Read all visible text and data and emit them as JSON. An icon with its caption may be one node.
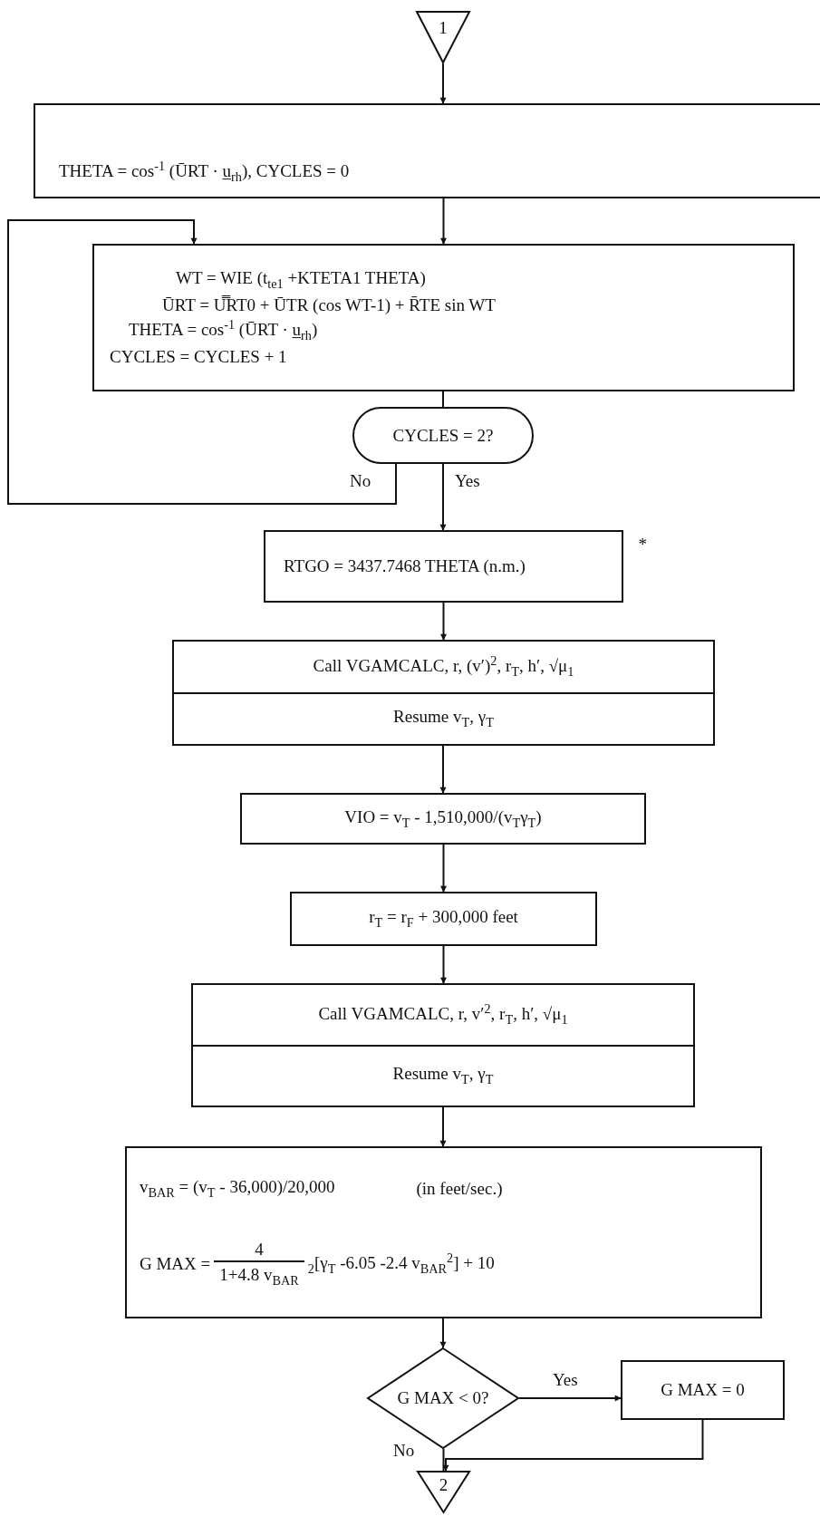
{
  "diagram": {
    "nodes": [
      {
        "text": [
          "1"
        ]
      },
      {
        "text": [
          "THETA = cos$^{-1}$ (ŪRT · u̲$_{rh}$), CYCLES = 0"
        ]
      },
      {
        "text": [
          "WT = WIE (t$_{te1}$ +KTETA1 THETA)",
          "ŪRT = U̿RT0 + ŪTR (cos WT-1) + R̄TE sin WT",
          "THETA = cos$^{-1}$ (ŪRT · u̲$_{rh}$)",
          "CYCLES = CYCLES + 1"
        ]
      },
      {
        "text": [
          "CYCLES = 2?"
        ]
      },
      {
        "text": [
          "RTGO = 3437.7468 THETA (n.m.)"
        ],
        "beside": [
          "*"
        ]
      },
      {
        "text": [
          "Call VGAMCALC, r, (v′)$^{2}$, r$_{T}$, h′, √μ$_{1}$",
          "Resume v$_{T}$, γ$_{T}$"
        ]
      },
      {
        "text": [
          "VIO = v$_{T}$ - 1,510,000/(v$_{T}$γ$_{T}$)"
        ]
      },
      {
        "text": [
          "r$_{T}$ = r$_{F}$ + 300,000 feet"
        ]
      },
      {
        "text": [
          "Call VGAMCALC, r, v′$^{2}$, r$_{T}$, h′, √μ$_{1}$",
          "Resume v$_{T}$, γ$_{T}$"
        ]
      },
      {
        "text": [
          "v$_{BAR}$ = (v$_{T}$ - 36,000)/20,000",
          "(in feet/sec.)",
          "G MAX =",
          "4",
          "1+4.8 v$_{BAR}$",
          "$_{2}$[γ$_{T}$ -6.05 -2.4 v$_{BAR}$$^{2}$] + 10"
        ]
      },
      {
        "text": [
          "G MAX < 0?"
        ]
      },
      {
        "text": [
          "G MAX = 0"
        ]
      },
      {
        "text": [
          "2"
        ]
      }
    ],
    "edges": [
      {
        "from": 0,
        "to": 1,
        "arrow": "to"
      },
      {
        "from": 1,
        "to": 2,
        "arrow": "to"
      },
      {
        "from": 3,
        "to": 2,
        "arrow": "to",
        "label": "No"
      },
      {
        "from": 3,
        "to": 4,
        "arrow": "to",
        "label": "Yes"
      },
      {
        "from": 2,
        "to": 3,
        "arrow": "none"
      },
      {
        "from": 4,
        "to": 5,
        "arrow": "to"
      },
      {
        "from": 5,
        "to": 6,
        "arrow": "to"
      },
      {
        "from": 6,
        "to": 7,
        "arrow": "to"
      },
      {
        "from": 7,
        "to": 8,
        "arrow": "to"
      },
      {
        "from": 8,
        "to": 9,
        "arrow": "to"
      },
      {
        "from": 9,
        "to": 10,
        "arrow": "to"
      },
      {
        "from": 10,
        "to": 11,
        "arrow": "to",
        "label": "Yes"
      },
      {
        "from": 11,
        "to": 12,
        "arrow": "to"
      },
      {
        "from": 10,
        "to": 12,
        "arrow": "none",
        "label": "No"
      }
    ]
  }
}
